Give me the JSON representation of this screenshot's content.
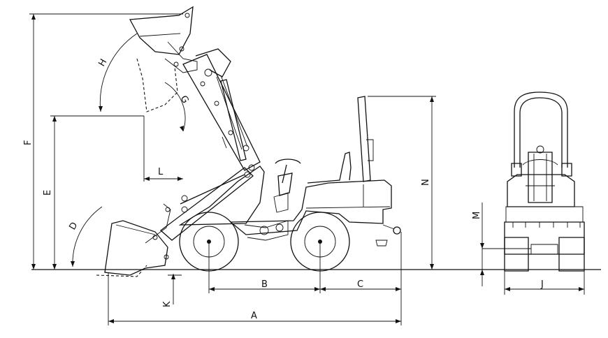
{
  "labels": {
    "A": "A",
    "B": "B",
    "C": "C",
    "D": "D",
    "E": "E",
    "F": "F",
    "G": "G",
    "H": "H",
    "J": "J",
    "K": "K",
    "L": "L",
    "M": "M",
    "N": "N"
  },
  "colors": {
    "line": "#111111",
    "background": "#ffffff"
  }
}
